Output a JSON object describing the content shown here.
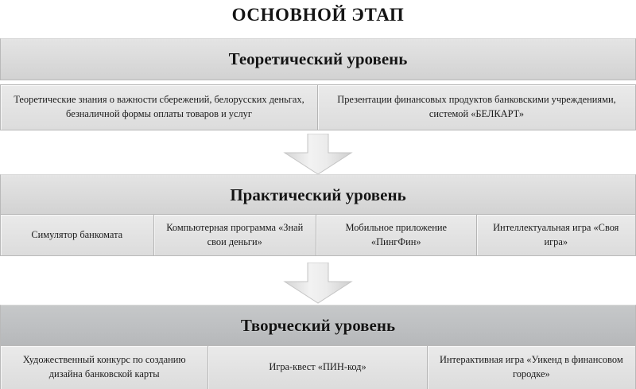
{
  "title": "ОСНОВНОЙ ЭТАП",
  "levels": [
    {
      "id": "theoretical",
      "header": "Теоретический уровень",
      "items": [
        "Теоретические знания о важности сбережений, белорусских деньгах, безналичной формы оплаты товаров и услуг",
        "Презентации финансовых продуктов банковскими учреждениями, системой «БЕЛКАРТ»"
      ]
    },
    {
      "id": "practical",
      "header": "Практический уровень",
      "items": [
        "Симулятор банкомата",
        "Компьютерная программа «Знай свои деньги»",
        "Мобильное приложение «ПингФин»",
        "Интеллектуальная игра «Своя игра»"
      ]
    },
    {
      "id": "creative",
      "header": "Творческий уровень",
      "items": [
        "Художественный конкурс по созданию дизайна банковской карты",
        "Игра-квест «ПИН-код»",
        "Интерактивная игра «Уикенд в финансовом городке»"
      ]
    }
  ],
  "connectors": [
    {
      "id": "arrow-theoretical-to-practical",
      "icon": "arrow-down-icon"
    },
    {
      "id": "arrow-practical-to-creative",
      "icon": "arrow-down-icon"
    }
  ],
  "colors": {
    "page_background": "#ffffff",
    "header_light": "#dcdcdc",
    "header_dark": "#bfc1c3",
    "cell_background": "#e3e3e3",
    "border": "#b9b9b9",
    "text": "#1a1a1a",
    "arrow_fill": "#e8e8e8",
    "arrow_stroke": "#c9c9c9"
  }
}
